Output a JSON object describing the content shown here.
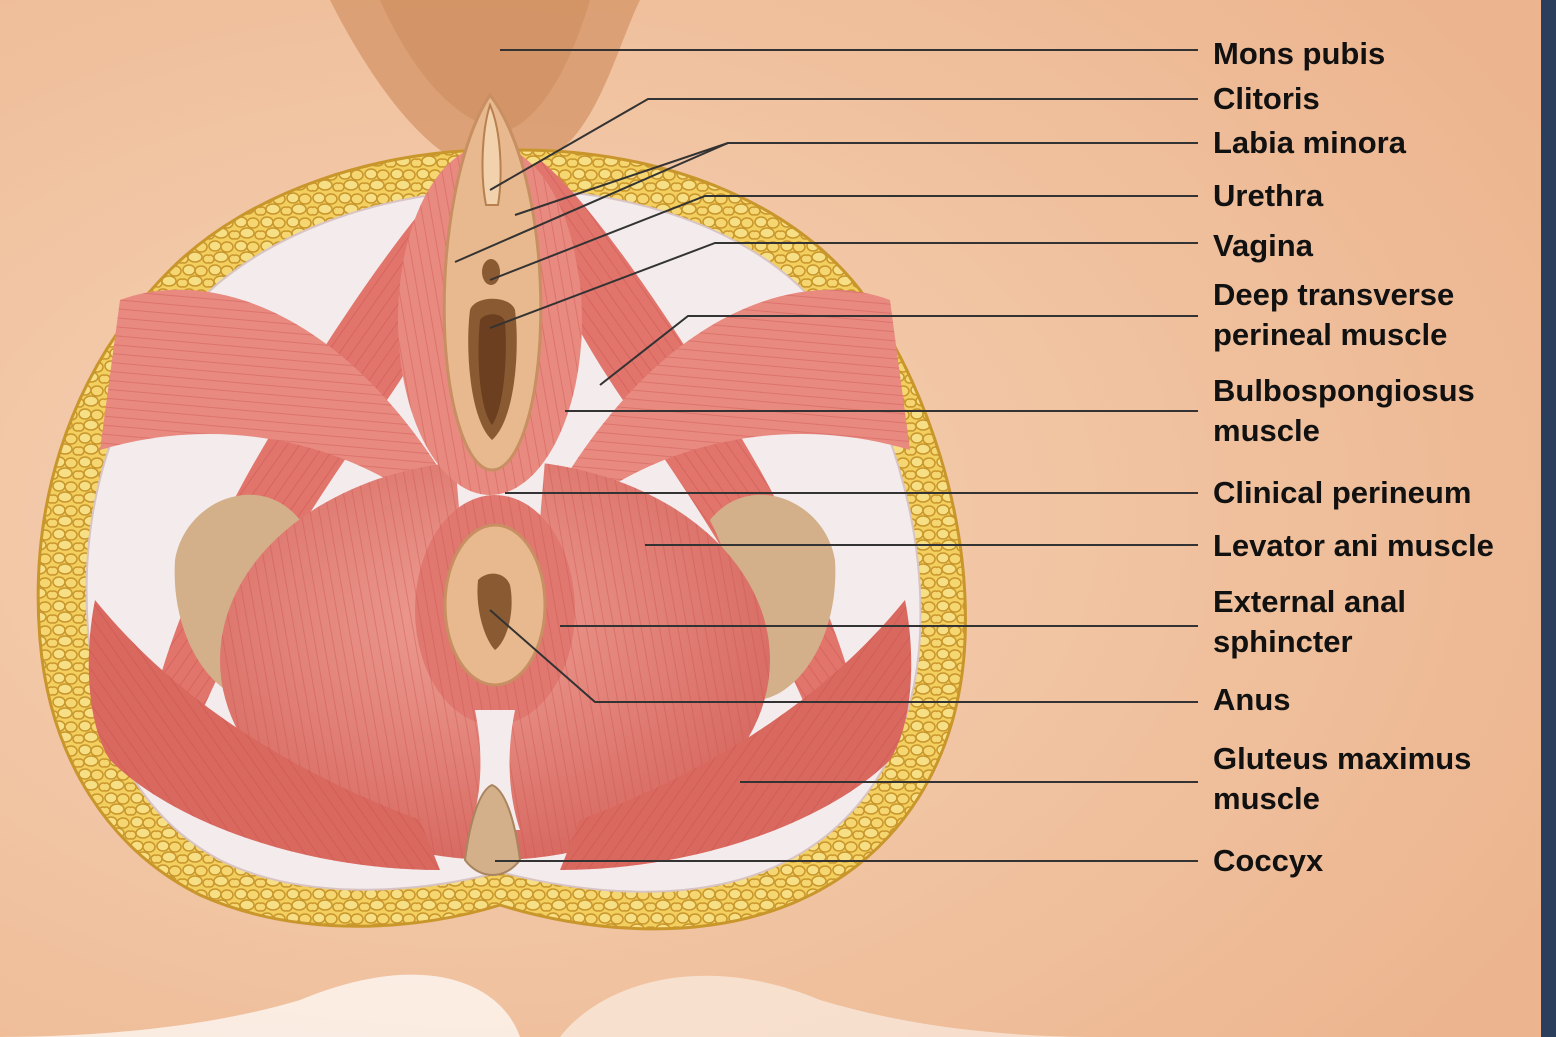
{
  "diagram": {
    "labels": [
      "Mons pubis",
      "Clitoris",
      "Labia minora",
      "Urethra",
      "Vagina",
      "Deep transverse\nperineal muscle",
      "Bulbospongiosus\nmuscle",
      "Clinical perineum",
      "Levator ani muscle",
      "External anal\nsphincter",
      "Anus",
      "Gluteus maximus\nmuscle",
      "Coccyx"
    ]
  },
  "colors": {
    "skin": "#f3c9a6",
    "skin_shadow": "#e6ab80",
    "pubic_hair": "#d89a6e",
    "fat": "#f2cf5e",
    "fat_outline": "#c9962c",
    "fascia": "#f4ecec",
    "muscle": "#e1756c",
    "muscle_light": "#ee9e93",
    "muscle_dark": "#c9504c",
    "lumen": "#8a5a33",
    "lumen_light": "#e2b686",
    "bone": "#d3b08a",
    "leader": "#333333",
    "edge_bar": "#2b3f5c"
  },
  "icons": [
    "female-perineum-illustration"
  ]
}
